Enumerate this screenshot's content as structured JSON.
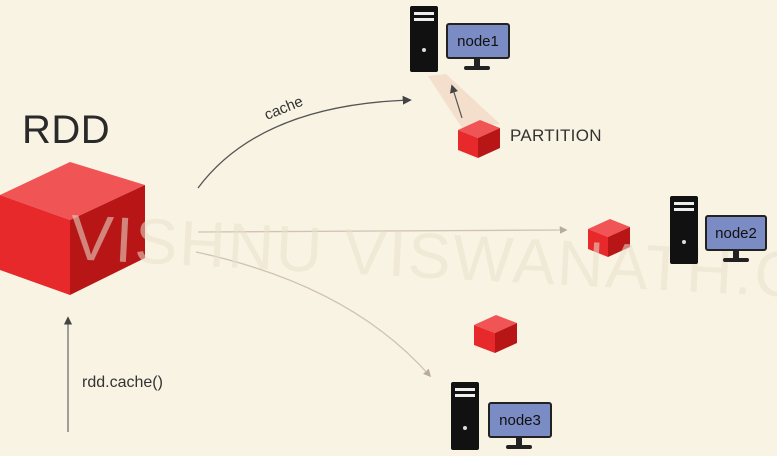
{
  "title": "RDD",
  "cache_call": "rdd.cache()",
  "edge_label": "cache",
  "partition_label": "PARTITION",
  "watermark": "VISHNU VISWANATH.COM",
  "nodes": [
    {
      "label": "node1"
    },
    {
      "label": "node2"
    },
    {
      "label": "node3"
    }
  ],
  "colors": {
    "background": "#f8f3e3",
    "cube_front": "#e8292b",
    "cube_top": "#f05454",
    "cube_side": "#b81517",
    "monitor": "#7b8bc4",
    "arrow": "#555555",
    "beam": "#f3d9c8"
  }
}
